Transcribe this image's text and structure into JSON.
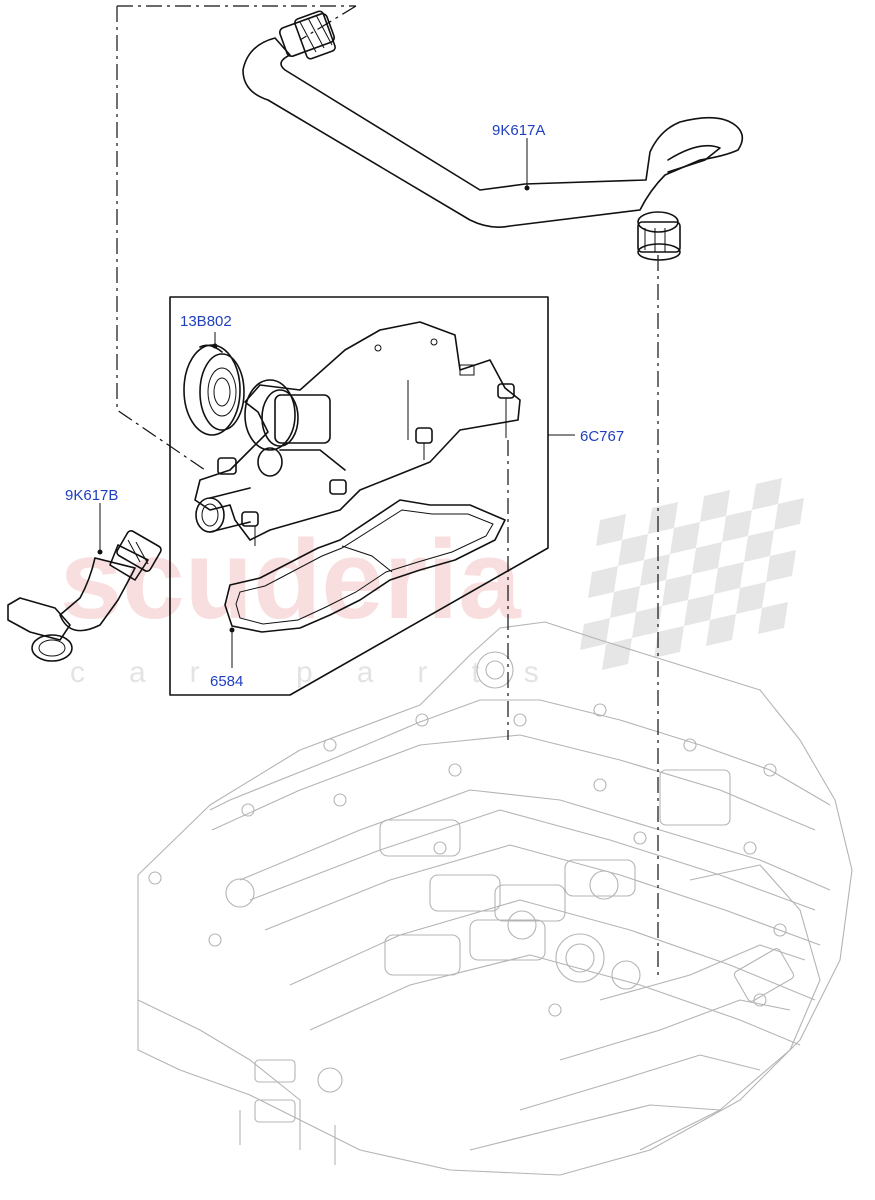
{
  "watermark": {
    "brand": "scuderia",
    "tagline": "car parts"
  },
  "callouts": [
    {
      "id": "hose-upper",
      "part_number": "9K617A"
    },
    {
      "id": "oil-separator-cap",
      "part_number": "13B802"
    },
    {
      "id": "oil-separator",
      "part_number": "6C767"
    },
    {
      "id": "hose-lower",
      "part_number": "9K617B"
    },
    {
      "id": "gasket",
      "part_number": "6584"
    }
  ],
  "colors": {
    "label": "#1f3fbf",
    "line_art": "#111111",
    "engine_outline": "#b4b4b4",
    "watermark_text": "#f4c4c4",
    "checker": "#e6e6e6"
  }
}
